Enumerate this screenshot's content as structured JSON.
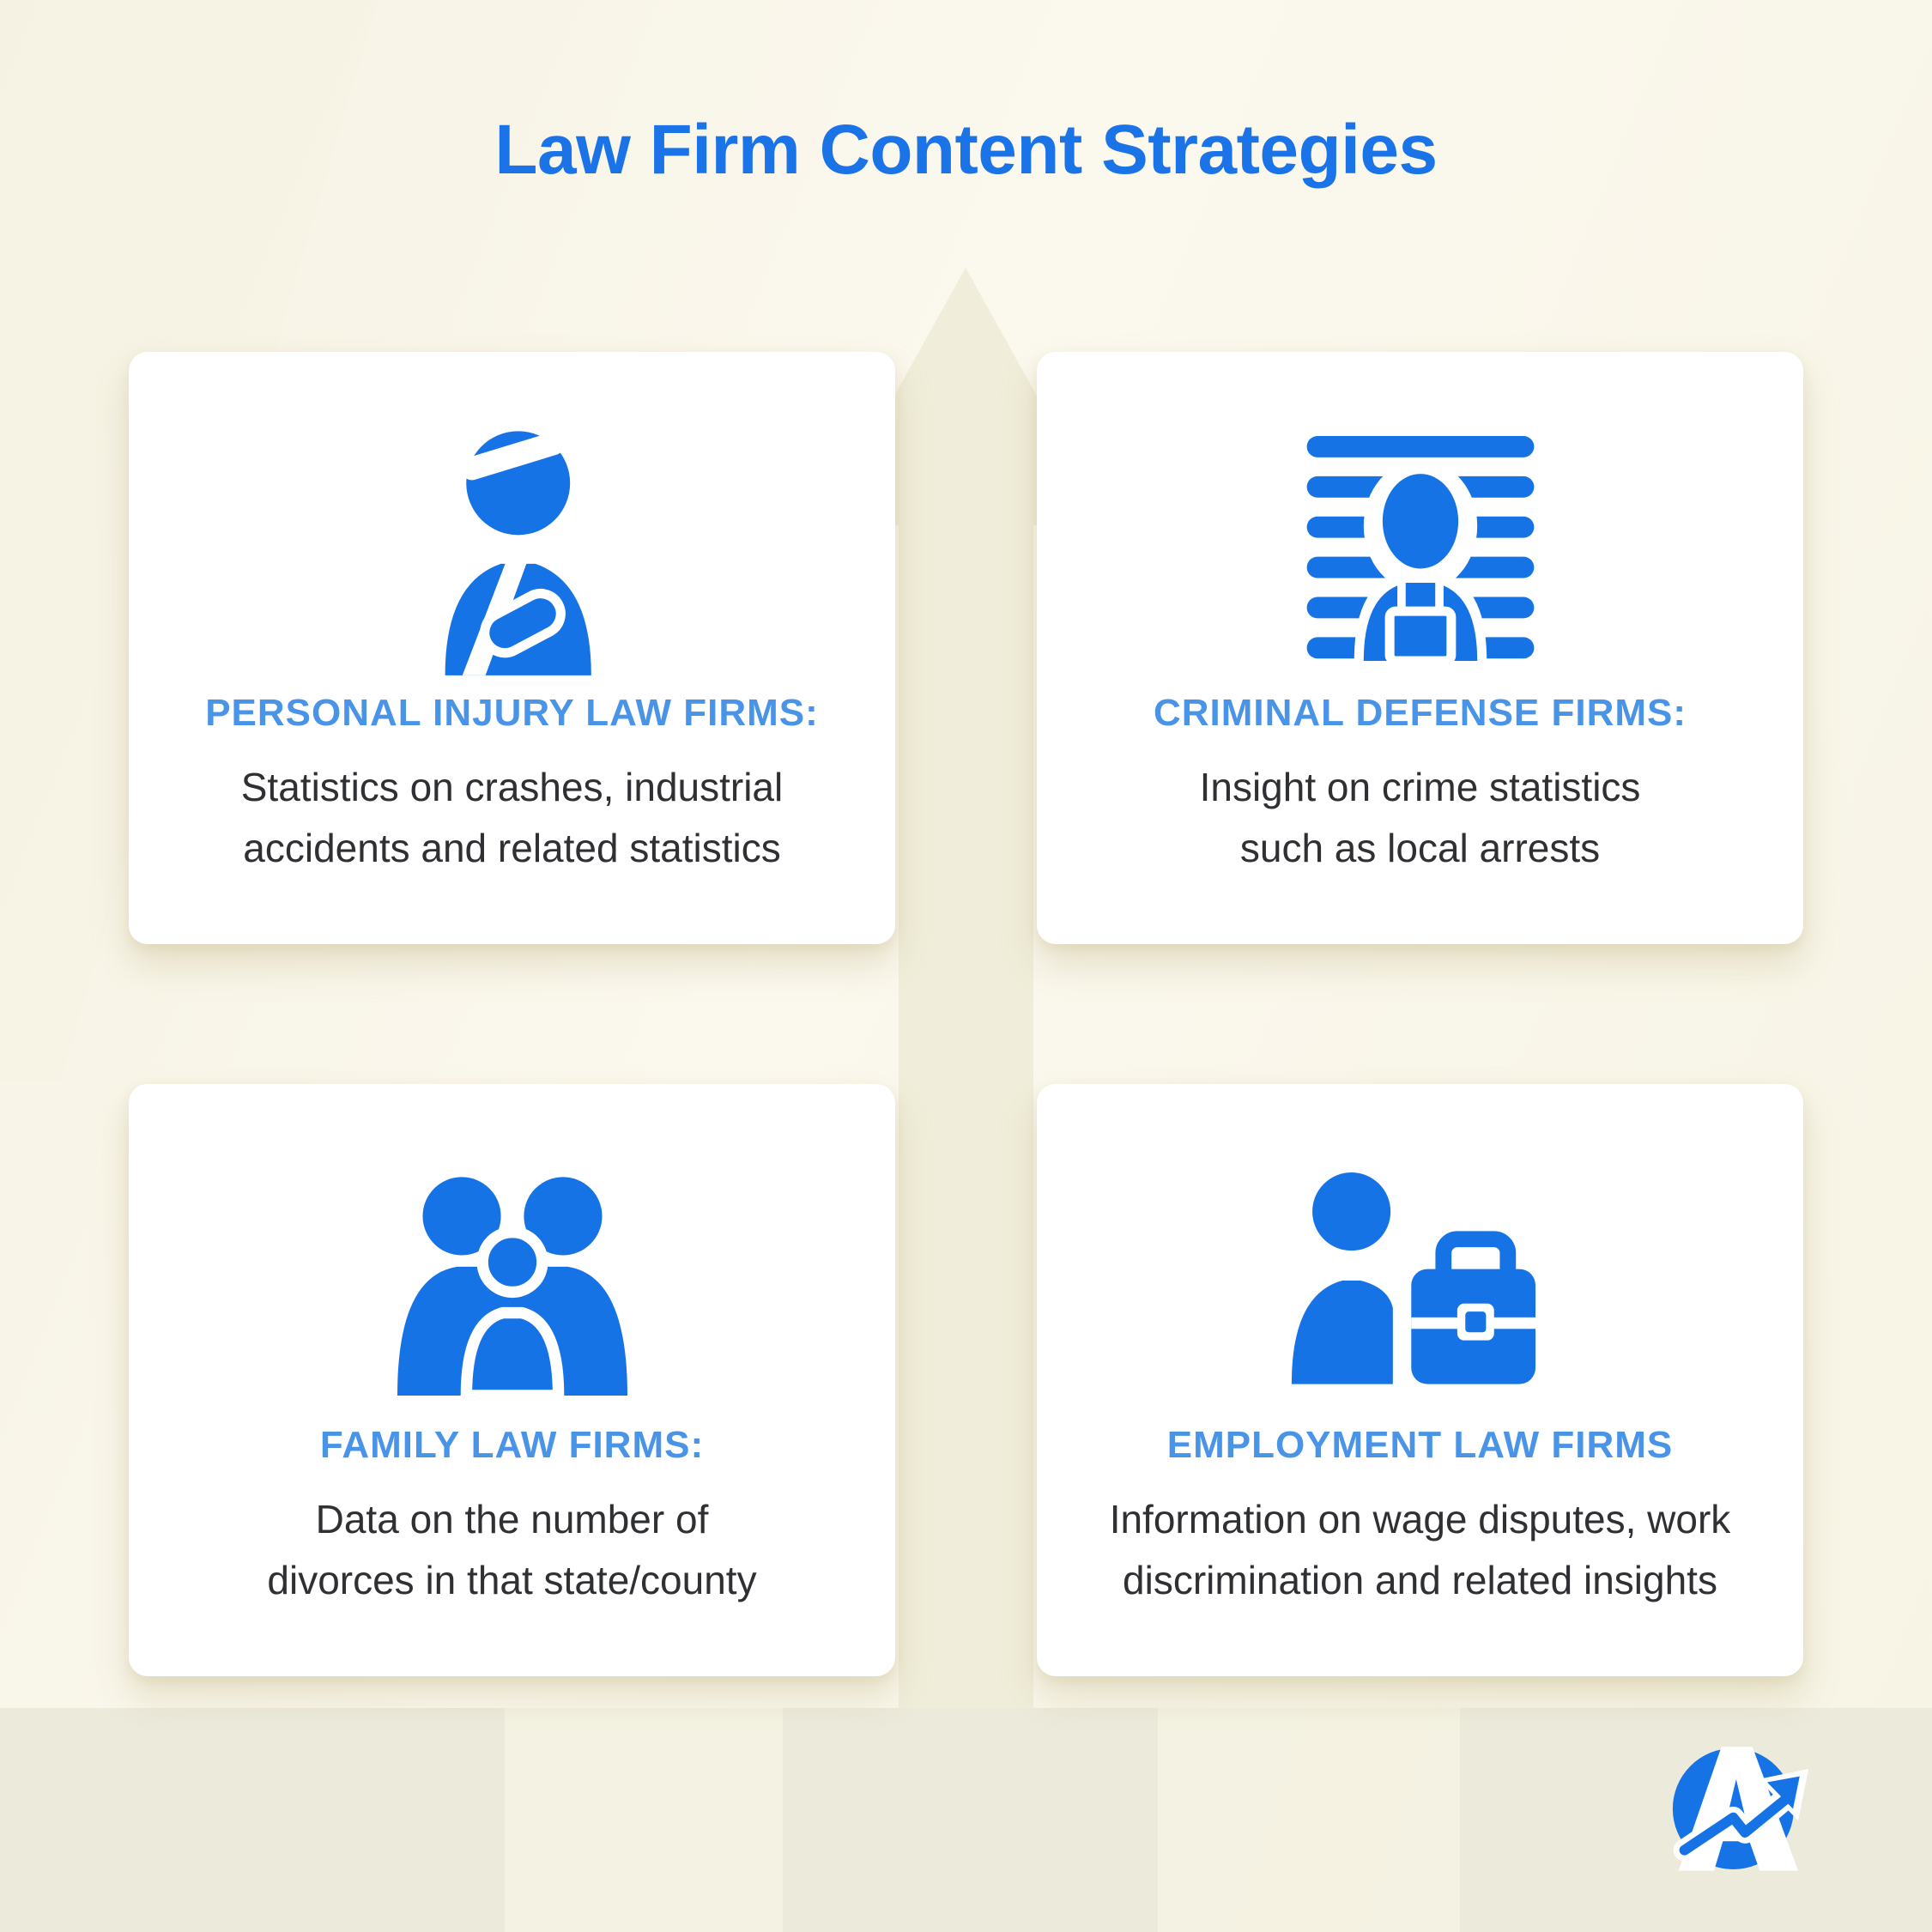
{
  "page": {
    "title": "Law Firm Content Strategies"
  },
  "colors": {
    "title_blue": "#1b73e8",
    "heading_blue": "#4a94e8",
    "icon_blue": "#1673e6",
    "body_text": "#2f3033",
    "background_cream": "#f9f6e9",
    "card_background": "#ffffff"
  },
  "cards": [
    {
      "id": "personal-injury",
      "icon": "injured-person-icon",
      "heading": "PERSONAL INJURY LAW FIRMS:",
      "body": "Statistics on crashes, industrial\naccidents and related statistics"
    },
    {
      "id": "criminal-defense",
      "icon": "mugshot-icon",
      "heading": "CRIMINAL DEFENSE FIRMS:",
      "body": "Insight on crime statistics\nsuch as local arrests"
    },
    {
      "id": "family-law",
      "icon": "family-icon",
      "heading": "FAMILY LAW FIRMS:",
      "body": "Data on the number of\ndivorces in that state/county"
    },
    {
      "id": "employment-law",
      "icon": "person-briefcase-icon",
      "heading": "EMPLOYMENT LAW FIRMS",
      "body": "Information on wage disputes, work\ndiscrimination and related insights"
    }
  ],
  "logo": {
    "name": "agencyanalytics-logo"
  }
}
